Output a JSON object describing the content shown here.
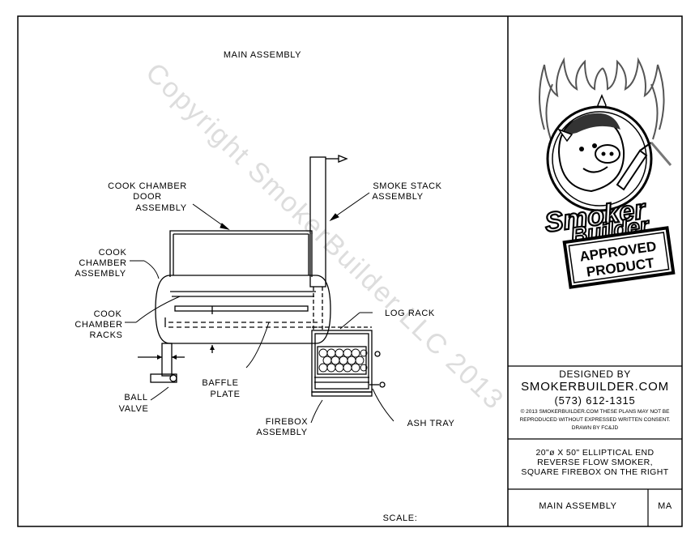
{
  "drawing": {
    "title": "MAIN ASSEMBLY",
    "watermark": "Copyright SmokerBuilder LLC 2013",
    "scale_label": "SCALE:",
    "callouts": {
      "cook_chamber_door": [
        "COOK CHAMBER",
        "DOOR",
        "ASSEMBLY"
      ],
      "smoke_stack": [
        "SMOKE STACK",
        "ASSEMBLY"
      ],
      "cook_chamber": [
        "COOK",
        "CHAMBER",
        "ASSEMBLY"
      ],
      "cook_chamber_racks": [
        "COOK",
        "CHAMBER",
        "RACKS"
      ],
      "log_rack": [
        "LOG RACK"
      ],
      "baffle_plate": [
        "BAFFLE",
        "PLATE"
      ],
      "ball_valve": [
        "BALL",
        "VALVE"
      ],
      "firebox": [
        "FIREBOX",
        "ASSEMBLY"
      ],
      "ash_tray": [
        "ASH TRAY"
      ]
    }
  },
  "title_block": {
    "logo": {
      "brand_line1": "Smoker",
      "brand_line2": "Builder",
      "stamp_line1": "APPROVED",
      "stamp_line2": "PRODUCT"
    },
    "designed_by": "DESIGNED BY",
    "website": "SMOKERBUILDER.COM",
    "phone": "(573) 612-1315",
    "copyright_line1": "© 2013 SMOKERBUILDER.COM THESE PLANS MAY NOT BE",
    "copyright_line2": "REPRODUCED WITHOUT EXPRESSED WRITTEN CONSENT.",
    "drawn_by": "DRAWN BY FC&JD",
    "description_line1": "20\"ø X 50\" ELLIPTICAL END",
    "description_line2": "REVERSE FLOW SMOKER,",
    "description_line3": "SQUARE FIREBOX ON THE RIGHT",
    "sheet_name": "MAIN ASSEMBLY",
    "sheet_code": "MA"
  }
}
